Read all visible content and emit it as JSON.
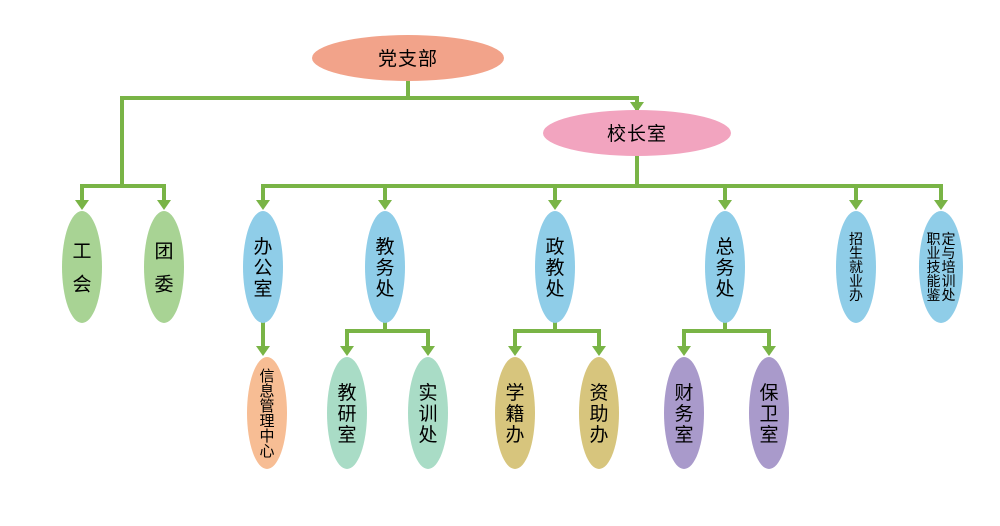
{
  "colors": {
    "connector": "#79b446",
    "party": "#f2a38a",
    "principal": "#f2a4bf",
    "union": "#a8d394",
    "dept": "#8fcde8",
    "info": "#f7bd94",
    "teaching": "#a9dcc6",
    "student": "#d7c57d",
    "general": "#a99acb"
  },
  "nodes": [
    {
      "id": "party",
      "text": "党支部",
      "shape": "h",
      "color": "party",
      "parent": null
    },
    {
      "id": "principal",
      "text": "校长室",
      "shape": "h",
      "color": "principal",
      "parent": "party"
    },
    {
      "id": "union",
      "text": "工会",
      "shape": "v",
      "color": "union",
      "parent": "party"
    },
    {
      "id": "league",
      "text": "团委",
      "shape": "v",
      "color": "union",
      "parent": "party"
    },
    {
      "id": "office",
      "text": "办公室",
      "shape": "v",
      "color": "dept",
      "parent": "principal"
    },
    {
      "id": "academic",
      "text": "教务处",
      "shape": "v",
      "color": "dept",
      "parent": "principal"
    },
    {
      "id": "political",
      "text": "政教处",
      "shape": "v",
      "color": "dept",
      "parent": "principal"
    },
    {
      "id": "general",
      "text": "总务处",
      "shape": "v",
      "color": "dept",
      "parent": "principal"
    },
    {
      "id": "recruit",
      "text": "招生就业办",
      "shape": "v",
      "color": "dept",
      "parent": "principal"
    },
    {
      "id": "vocational",
      "text": "职业技能鉴定与培训处",
      "shape": "v",
      "color": "dept",
      "parent": "principal"
    },
    {
      "id": "info",
      "text": "信息管理中心",
      "shape": "v",
      "color": "info",
      "parent": "office"
    },
    {
      "id": "research",
      "text": "教研室",
      "shape": "v",
      "color": "teaching",
      "parent": "academic"
    },
    {
      "id": "training",
      "text": "实训处",
      "shape": "v",
      "color": "teaching",
      "parent": "academic"
    },
    {
      "id": "registry",
      "text": "学籍办",
      "shape": "v",
      "color": "student",
      "parent": "political"
    },
    {
      "id": "aid",
      "text": "资助办",
      "shape": "v",
      "color": "student",
      "parent": "political"
    },
    {
      "id": "finance",
      "text": "财务室",
      "shape": "v",
      "color": "general",
      "parent": "general"
    },
    {
      "id": "security",
      "text": "保卫室",
      "shape": "v",
      "color": "general",
      "parent": "general"
    }
  ]
}
